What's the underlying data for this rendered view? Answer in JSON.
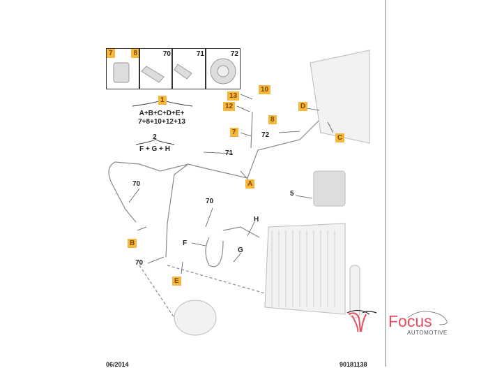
{
  "header_boxes": [
    {
      "labels": [
        "7",
        "8"
      ]
    },
    {
      "labels": [
        "70"
      ]
    },
    {
      "labels": [
        "71"
      ]
    },
    {
      "labels": [
        "72"
      ]
    }
  ],
  "formula1": {
    "tag": "1",
    "line1": "A+B+C+D+E+",
    "line2": "7+8+10+12+13"
  },
  "formula2": {
    "num": "2",
    "line1": "F + G + H"
  },
  "callouts": {
    "c13": "13",
    "c12": "12",
    "c10": "10",
    "cD": "D",
    "c8": "8",
    "c7": "7",
    "c72": "72",
    "cC": "C",
    "c71": "71",
    "cA": "A",
    "c5": "5",
    "c70a": "70",
    "c70b": "70",
    "cB": "B",
    "cF": "F",
    "cH": "H",
    "cG": "G",
    "c70c": "70",
    "cE": "E"
  },
  "footer": {
    "date": "06/2014",
    "ref": "90181138"
  },
  "logo": {
    "name": "Focus",
    "sub": "AUTOMOTIVE"
  }
}
